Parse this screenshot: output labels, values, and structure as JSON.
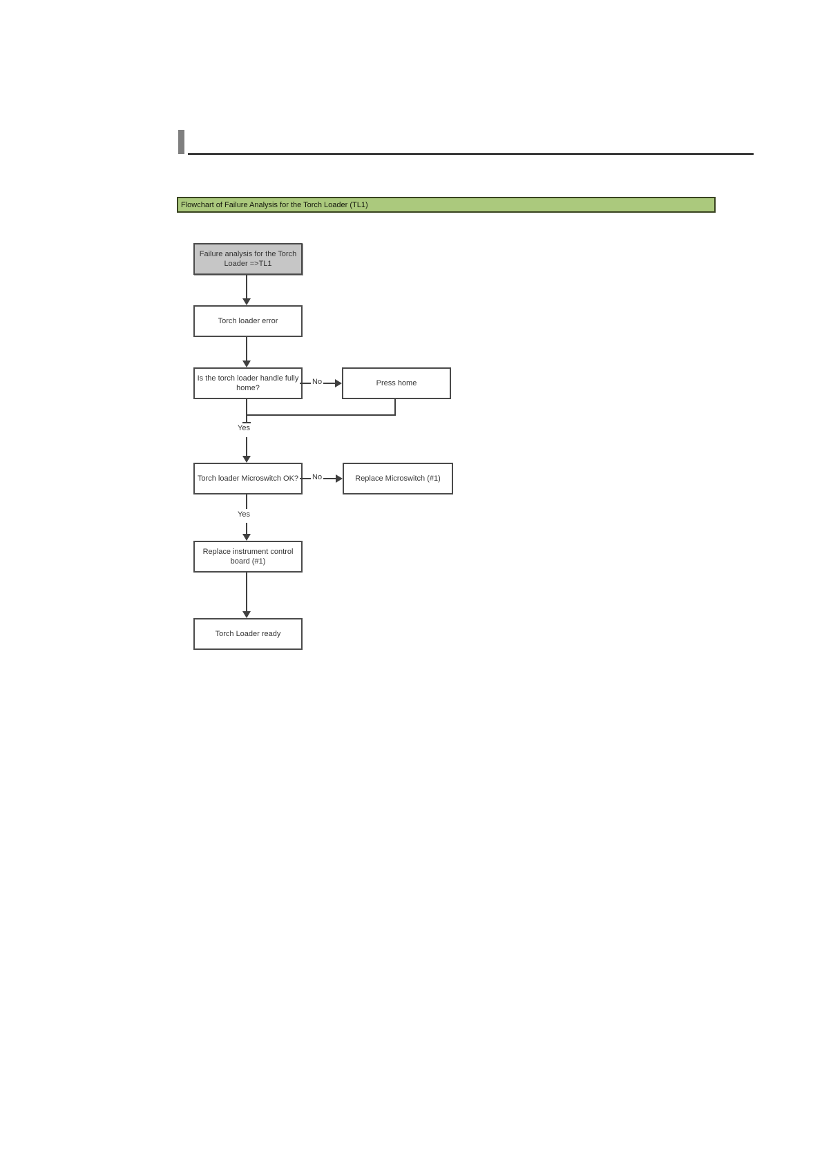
{
  "section_header": {
    "bar_color": "#7f7f7f",
    "rule_color": "#000000"
  },
  "banner": {
    "label": "Flowchart of Failure Analysis for the Torch Loader (TL1)",
    "fill": "#abc97d",
    "border": "#38421f"
  },
  "flowchart": {
    "line_color": "#3f3f3f",
    "start_fill": "#c6c6c6",
    "nodes": [
      {
        "id": "start",
        "label": "Failure analysis for the Torch Loader =>TL1"
      },
      {
        "id": "error",
        "label": "Torch loader error"
      },
      {
        "id": "handle-home-question",
        "label": "Is the torch loader handle fully home?"
      },
      {
        "id": "press-home",
        "label": "Press home"
      },
      {
        "id": "microswitch-question",
        "label": "Torch loader Microswitch OK?"
      },
      {
        "id": "replace-microswitch",
        "label": "Replace Microswitch (#1)"
      },
      {
        "id": "replace-control-board",
        "label": "Replace instrument control board (#1)"
      },
      {
        "id": "ready",
        "label": "Torch Loader ready"
      }
    ],
    "edge_labels": {
      "no1": "No",
      "yes1": "Yes",
      "no2": "No",
      "yes2": "Yes"
    }
  }
}
